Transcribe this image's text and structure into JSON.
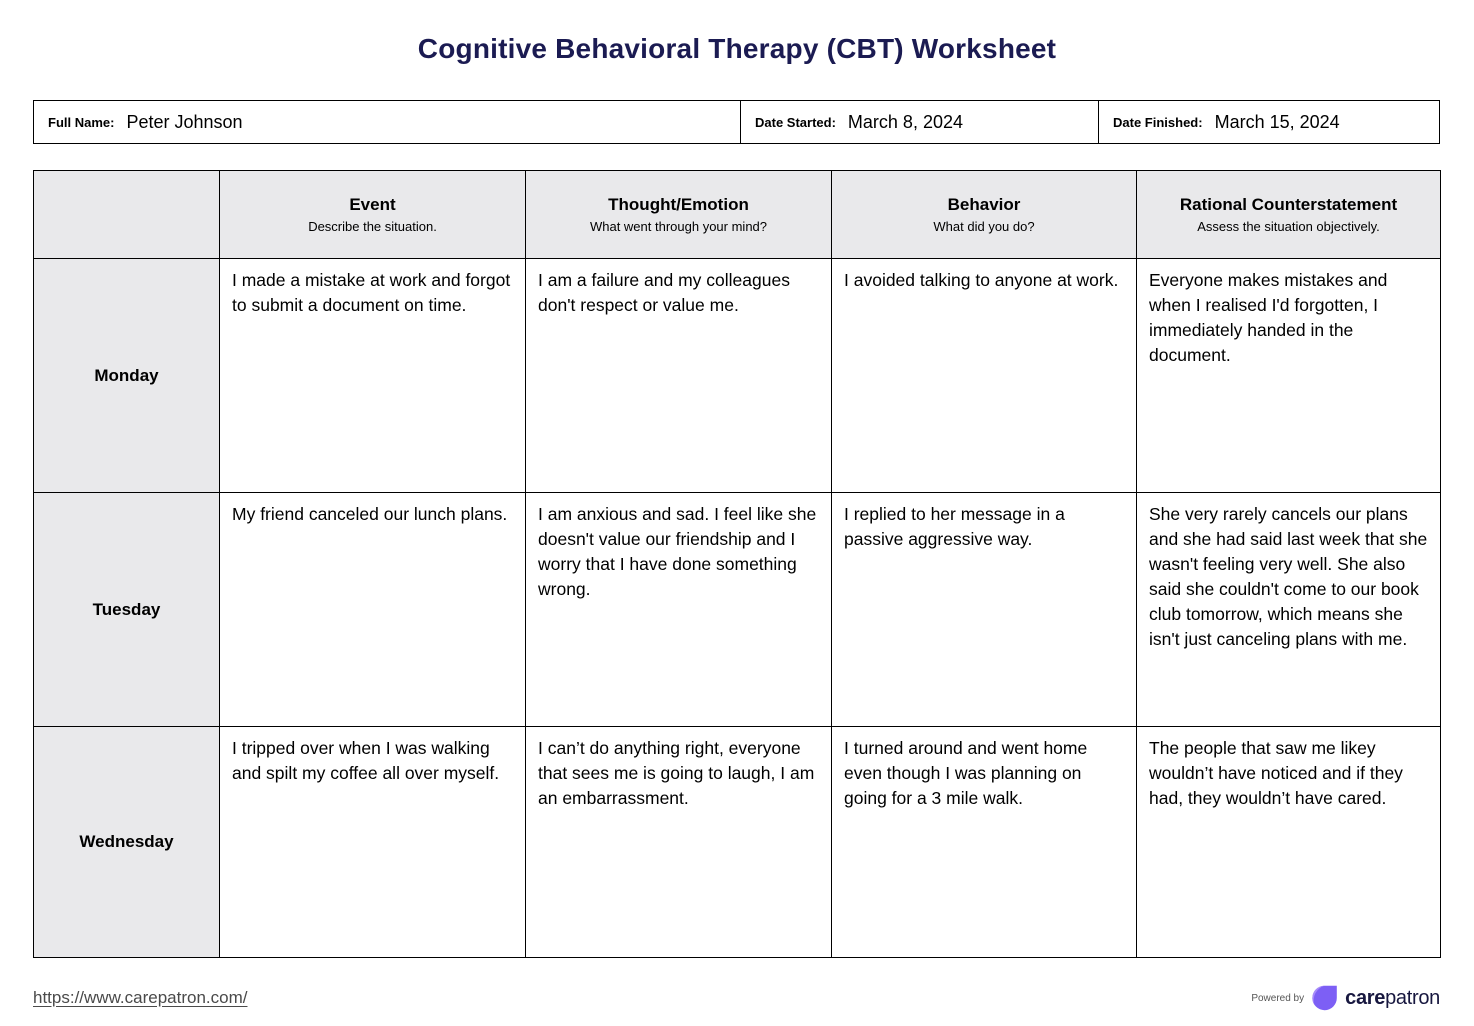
{
  "title": "Cognitive Behavioral Therapy (CBT) Worksheet",
  "info_bar": {
    "full_name_label": "Full Name:",
    "full_name_value": "Peter Johnson",
    "date_started_label": "Date Started:",
    "date_started_value": "March 8, 2024",
    "date_finished_label": "Date Finished:",
    "date_finished_value": "March 15, 2024"
  },
  "table": {
    "headers": [
      {
        "title": "Event",
        "subtitle": "Describe the situation."
      },
      {
        "title": "Thought/Emotion",
        "subtitle": "What went through your mind?"
      },
      {
        "title": "Behavior",
        "subtitle": "What did you do?"
      },
      {
        "title": "Rational Counterstatement",
        "subtitle": "Assess the situation objectively."
      }
    ],
    "rows": [
      {
        "day": "Monday",
        "event": "I made a mistake at work and forgot to submit a document on time.",
        "thought": "I am a failure and my colleagues don't respect or value me.",
        "behavior": "I avoided talking to anyone at work.",
        "rational": "Everyone makes mistakes and when I realised I'd forgotten, I immediately handed in the document."
      },
      {
        "day": "Tuesday",
        "event": "My friend canceled our lunch plans.",
        "thought": "I am anxious and sad. I feel like she doesn't value our friendship and I worry that I have done something wrong.",
        "behavior": "I replied to her message in a passive aggressive way.",
        "rational": "She very rarely cancels our plans and she had said last week that she wasn't feeling very well. She also said she couldn't come to our book club tomorrow, which means she isn't just canceling plans with me."
      },
      {
        "day": "Wednesday",
        "event": "I tripped over when I was walking and spilt my coffee all over myself.",
        "thought": "I can’t do anything right, everyone that sees me is going to laugh, I am an embarrassment.",
        "behavior": "I turned around and went home even though I was planning on going for a 3 mile walk.",
        "rational": "The people that saw me likey wouldn’t have noticed and if they had, they wouldn’t have cared."
      }
    ]
  },
  "footer": {
    "link": "https://www.carepatron.com/",
    "powered_by": "Powered by",
    "brand_care": "care",
    "brand_patron": "patron",
    "logo_color": "#7d5ff5"
  }
}
